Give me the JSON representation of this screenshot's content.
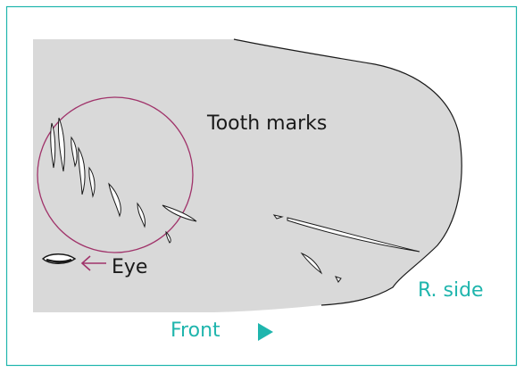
{
  "labels": {
    "tooth_marks": "Tooth marks",
    "eye": "Eye",
    "right_side": "R. side",
    "front": "Front"
  },
  "colors": {
    "frame_border": "#1fb5ad",
    "specimen_fill": "#d9d9d9",
    "outline": "#1a1a1a",
    "highlight_circle": "#a0336a",
    "eye_arrow": "#a0336a",
    "orientation_text": "#1fb5ad"
  },
  "icons": {
    "front_direction": "triangle-right-icon",
    "eye_pointer": "arrow-left-icon"
  }
}
